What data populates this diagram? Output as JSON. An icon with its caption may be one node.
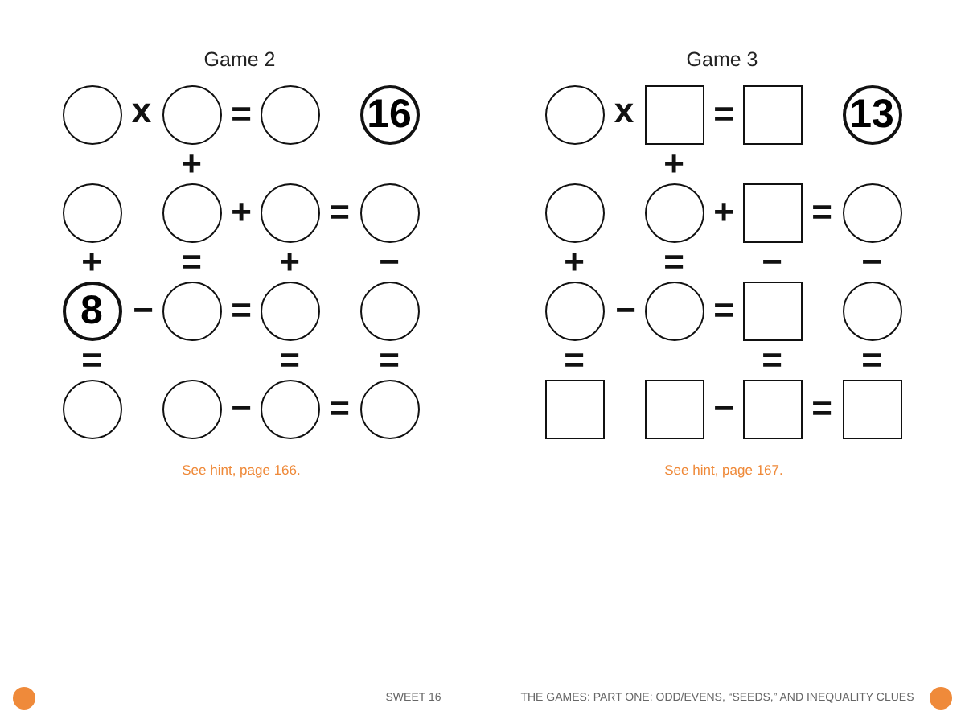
{
  "diagram": {
    "nodes": [
      {
        "text": [],
        "shape": "circle"
      },
      {
        "text": [],
        "shape": "circle"
      },
      {
        "text": [],
        "shape": "circle"
      },
      {
        "text": [
          "16"
        ]
      },
      {
        "text": [],
        "shape": "circle"
      },
      {
        "text": [],
        "shape": "circle"
      },
      {
        "text": [],
        "shape": "circle"
      },
      {
        "text": [],
        "shape": "circle"
      },
      {
        "text": [
          "8"
        ]
      },
      {
        "text": [],
        "shape": "circle"
      },
      {
        "text": [],
        "shape": "circle"
      },
      {
        "text": [],
        "shape": "circle"
      },
      {
        "text": [],
        "shape": "circle"
      },
      {
        "text": [],
        "shape": "circle"
      },
      {
        "text": [],
        "shape": "circle"
      },
      {
        "text": [],
        "shape": "circle"
      },
      {
        "text": [],
        "shape": "circle"
      },
      {
        "text": [],
        "shape": "box"
      },
      {
        "text": [],
        "shape": "box"
      },
      {
        "text": [
          "13"
        ]
      },
      {
        "text": [],
        "shape": "circle"
      },
      {
        "text": [],
        "shape": "circle"
      },
      {
        "text": [],
        "shape": "box"
      },
      {
        "text": [],
        "shape": "circle"
      },
      {
        "text": [],
        "shape": "circle"
      },
      {
        "text": [],
        "shape": "circle"
      },
      {
        "text": [],
        "shape": "box"
      },
      {
        "text": [],
        "shape": "circle"
      },
      {
        "text": [],
        "shape": "box"
      },
      {
        "text": [],
        "shape": "box"
      },
      {
        "text": [],
        "shape": "box"
      },
      {
        "text": [],
        "shape": "box"
      }
    ],
    "labels": [
      "Game 2",
      "x",
      "=",
      "+",
      "+",
      "=",
      "+",
      "=",
      "+",
      "−",
      "−",
      "=",
      "=",
      "=",
      "=",
      "−",
      "=",
      "See hint, page 166.",
      "Game 3",
      "x",
      "=",
      "+",
      "+",
      "=",
      "+",
      "=",
      "−",
      "−",
      "−",
      "=",
      "=",
      "=",
      "=",
      "−",
      "=",
      "See hint, page 167.",
      "SWEET 16",
      "THE GAMES: PART ONE: ODD/EVENS, “SEEDS,” AND INEQUALITY CLUES"
    ]
  }
}
